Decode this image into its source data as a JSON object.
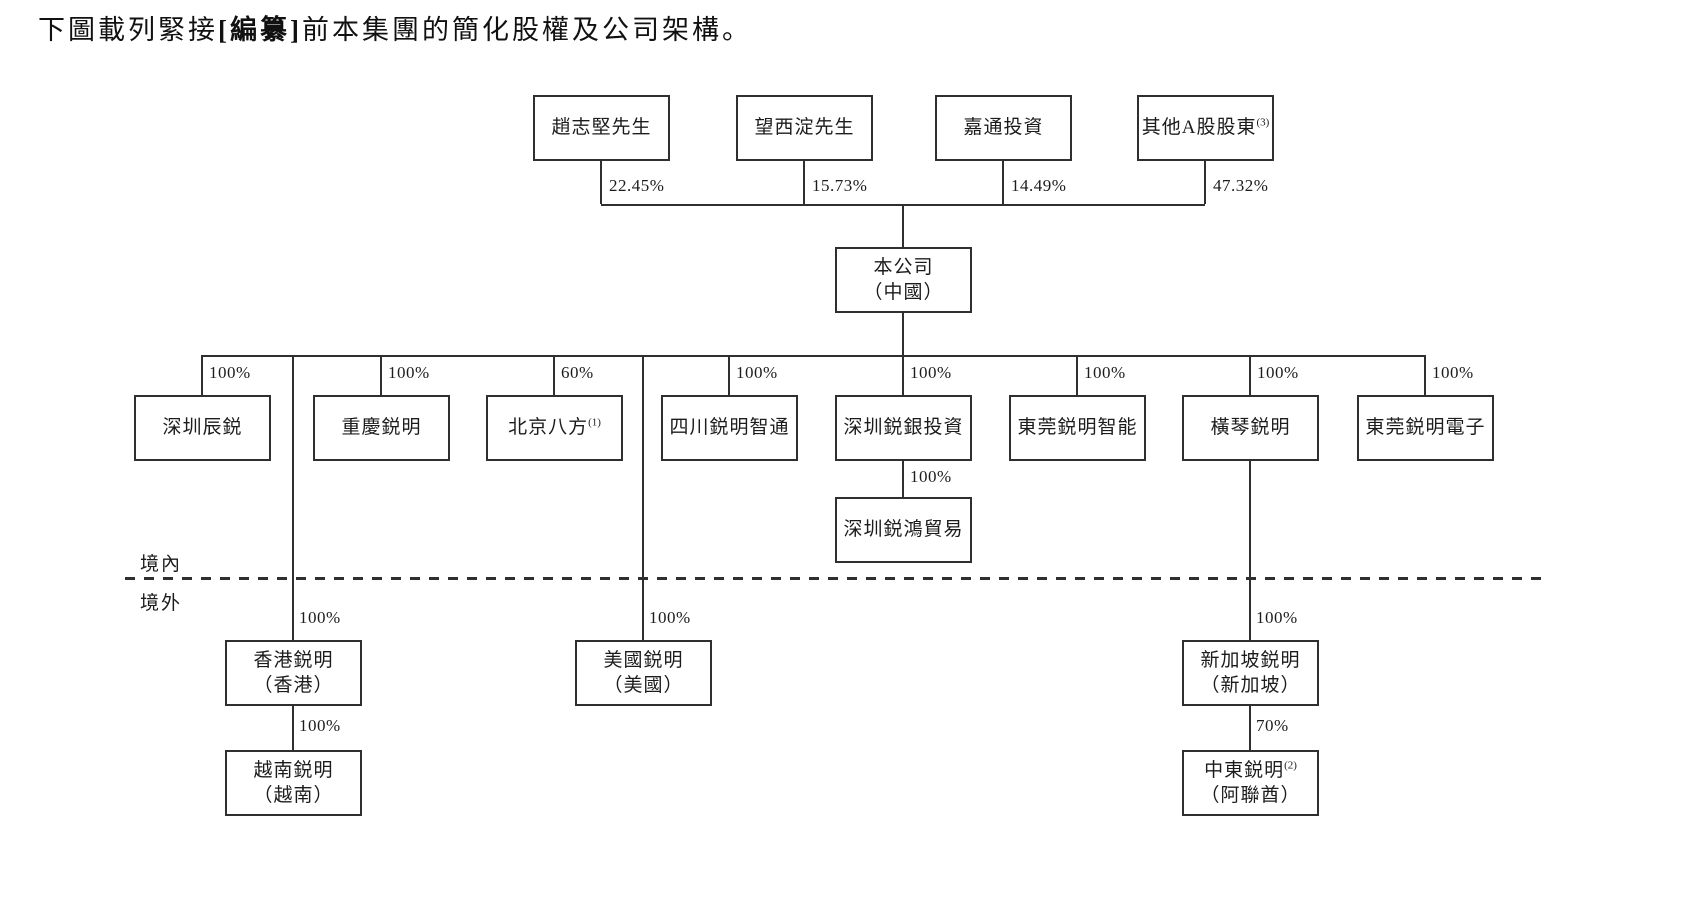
{
  "title": {
    "pre": "下圖載列緊接",
    "bold": "[編纂]",
    "post": "前本集團的簡化股權及公司架構。"
  },
  "regions": {
    "onshore": "境內",
    "offshore": "境外"
  },
  "colors": {
    "line": "#2f2f2f",
    "text": "#1c1c1c",
    "background": "#ffffff"
  },
  "nodes": {
    "zhao": {
      "line1": "趙志堅先生"
    },
    "wang": {
      "line1": "望西淀先生"
    },
    "jiatong": {
      "line1": "嘉通投資"
    },
    "other_a": {
      "line1": "其他A股股東",
      "sup": "(3)"
    },
    "company": {
      "line1": "本公司",
      "line2": "（中國）"
    },
    "shenzhen_chenrui": {
      "line1": "深圳辰鋭"
    },
    "chongqing": {
      "line1": "重慶鋭明"
    },
    "beijing": {
      "line1": "北京八方",
      "sup": "(1)"
    },
    "sichuan": {
      "line1": "四川鋭明智通"
    },
    "shenzhen_ruiyin": {
      "line1": "深圳鋭銀投資"
    },
    "dongguan_zhineng": {
      "line1": "東莞鋭明智能"
    },
    "hengqin": {
      "line1": "橫琴鋭明"
    },
    "dongguan_dianzi": {
      "line1": "東莞鋭明電子"
    },
    "shenzhen_ruihong": {
      "line1": "深圳鋭鴻貿易"
    },
    "hk": {
      "line1": "香港鋭明",
      "line2": "（香港）"
    },
    "us": {
      "line1": "美國鋭明",
      "line2": "（美國）"
    },
    "sg": {
      "line1": "新加坡鋭明",
      "line2": "（新加坡）"
    },
    "vn": {
      "line1": "越南鋭明",
      "line2": "（越南）"
    },
    "me": {
      "line1": "中東鋭明",
      "sup": "(2)",
      "line2": "（阿聯酋）"
    }
  },
  "edges": {
    "zhao": "22.45%",
    "wang": "15.73%",
    "jiatong": "14.49%",
    "other_a": "47.32%",
    "shenzhen_chenrui": "100%",
    "chongqing": "100%",
    "beijing": "60%",
    "sichuan": "100%",
    "shenzhen_ruiyin": "100%",
    "dongguan_zhineng": "100%",
    "hengqin": "100%",
    "dongguan_dianzi": "100%",
    "shenzhen_ruihong": "100%",
    "hk": "100%",
    "us": "100%",
    "sg": "100%",
    "vn": "100%",
    "me": "70%"
  }
}
